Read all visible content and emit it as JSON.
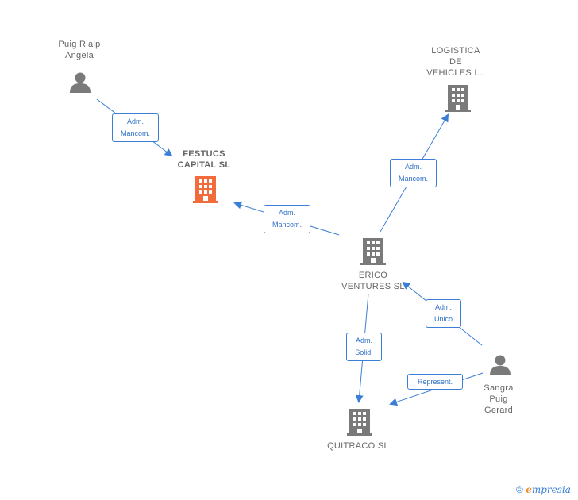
{
  "colors": {
    "edge": "#3a7fd5",
    "node_gray": "#7a7a7a",
    "node_focus": "#f26b3a"
  },
  "nodes": {
    "puig_rialp": {
      "label": "Puig Rialp\nAngela",
      "icon": "person-icon"
    },
    "festucs": {
      "label": "FESTUCS\nCAPITAL  SL",
      "icon": "building-icon"
    },
    "logistica": {
      "label": "LOGISTICA\nDE\nVEHICLES I...",
      "icon": "building-icon"
    },
    "erico": {
      "label": "ERICO\nVENTURES  SL",
      "icon": "building-icon"
    },
    "quitraco": {
      "label": "QUITRACO  SL",
      "icon": "building-icon"
    },
    "sangra": {
      "label": "Sangra\nPuig\nGerard",
      "icon": "person-icon"
    }
  },
  "edges": {
    "puig_festucs": "Adm.\nMancom.",
    "erico_festucs": "Adm.\nMancom.",
    "erico_logistica": "Adm.\nMancom.",
    "sangra_erico": "Adm.\nUnico",
    "erico_quitraco": "Adm.\nSolid.",
    "sangra_quitraco": "Represent."
  },
  "footer": {
    "copyright": "©",
    "brand_initial": "e",
    "brand_rest": "mpresia"
  }
}
